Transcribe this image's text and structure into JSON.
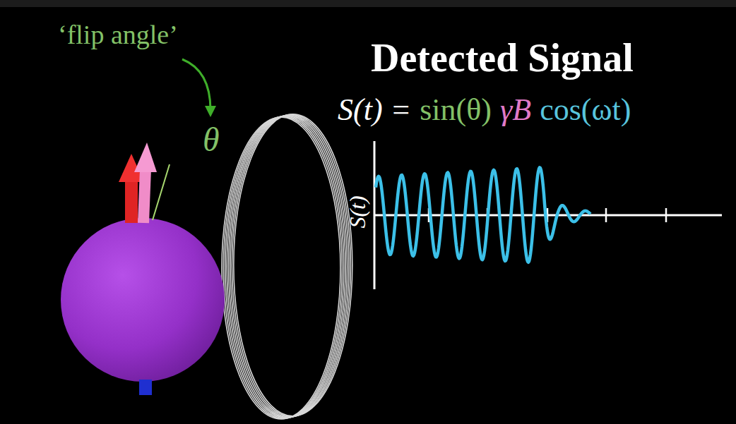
{
  "diagram": {
    "title": "Detected Signal",
    "labels": [
      "‘flip angle’",
      "θ",
      "S(t) =",
      "sin(θ)",
      "γB",
      "cos(ωt)",
      "S(t)"
    ]
  }
}
